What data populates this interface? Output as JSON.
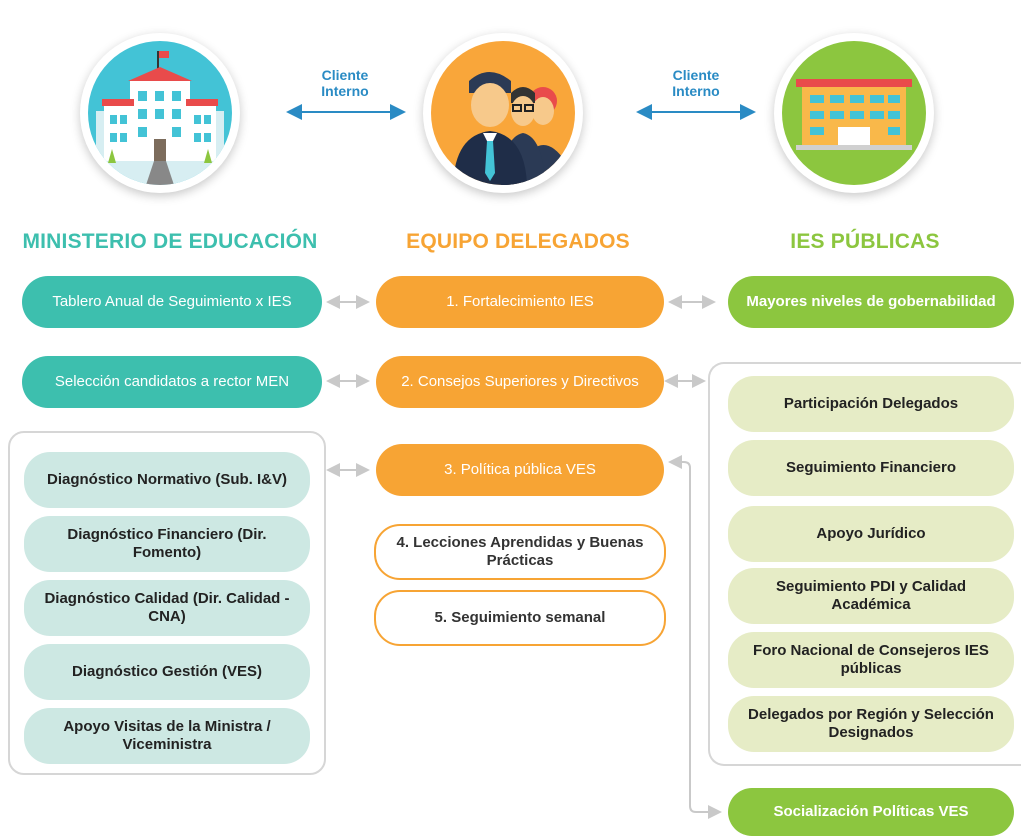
{
  "connector": {
    "left_label": "Cliente Interno",
    "right_label": "Cliente Interno"
  },
  "headings": {
    "left": "MINISTERIO DE EDUCACIÓN",
    "center": "EQUIPO DELEGADOS",
    "right": "IES PÚBLICAS"
  },
  "left": {
    "tablero": "Tablero Anual de Seguimiento x IES",
    "seleccion": "Selección candidatos a rector MEN",
    "diagnostics": [
      "Diagnóstico Normativo (Sub. I&V)",
      "Diagnóstico Financiero (Dir. Fomento)",
      "Diagnóstico Calidad (Dir. Calidad - CNA)",
      "Diagnóstico Gestión (VES)",
      "Apoyo Visitas de la Ministra / Viceministra"
    ]
  },
  "center": {
    "items": [
      "1. Fortalecimiento IES",
      "2. Consejos Superiores y Directivos",
      "3. Política pública VES",
      "4. Lecciones Aprendidas y Buenas Prácticas",
      "5. Seguimiento semanal"
    ]
  },
  "right": {
    "gobernabilidad": "Mayores niveles de gobernabilidad",
    "items": [
      "Participación Delegados",
      "Seguimiento Financiero",
      "Apoyo Jurídico",
      "Seguimiento PDI y Calidad Académica",
      "Foro Nacional de Consejeros IES públicas",
      "Delegados por Región y Selección Designados"
    ],
    "socializacion": "Socialización Políticas VES"
  },
  "colors": {
    "teal": "#3dbfae",
    "orange": "#f7a434",
    "green": "#8cc63f",
    "light_teal": "#cde8e3",
    "light_green": "#e6ecc6",
    "blue": "#2a8bc4"
  },
  "icons": [
    "ministry-building-icon",
    "team-people-icon",
    "university-building-icon"
  ]
}
